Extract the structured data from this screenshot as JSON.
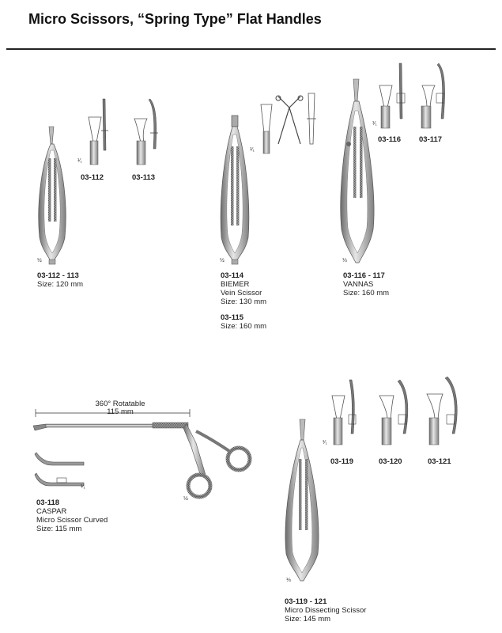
{
  "page": {
    "title": "Micro Scissors, “Spring Type” Flat Handles"
  },
  "groups": {
    "g112": {
      "detail_a": "03-112",
      "detail_b": "03-113",
      "scale_main": "½",
      "scale_detail": "¹⁄₁",
      "code": "03-112 - 113",
      "size": "Size: 120 mm"
    },
    "g114": {
      "scale_main": "½",
      "scale_detail": "¹⁄₁",
      "code": "03-114",
      "name": "BIEMER",
      "desc": "Vein Scissor",
      "size": "Size: 130 mm",
      "code2": "03-115",
      "size2": "Size: 160 mm"
    },
    "g116": {
      "detail_a": "03-116",
      "detail_b": "03-117",
      "scale_main": "⅓",
      "scale_detail": "¹⁄₁",
      "code": "03-116 - 117",
      "name": "VANNAS",
      "size": "Size: 160 mm"
    },
    "g118": {
      "dim_title": "360° Rotatable",
      "dim_value": "115 mm",
      "scale_main": "½",
      "scale_detail": "¹⁄₁",
      "code": "03-118",
      "name": "CASPAR",
      "desc": "Micro Scissor Curved",
      "size": "Size: 115 mm"
    },
    "g119": {
      "detail_a": "03-119",
      "detail_b": "03-120",
      "detail_c": "03-121",
      "scale_main": "⅓",
      "scale_detail": "¹⁄₁",
      "code": "03-119 - 121",
      "desc": "Micro Dissecting Scissor",
      "size": "Size: 145 mm"
    }
  }
}
